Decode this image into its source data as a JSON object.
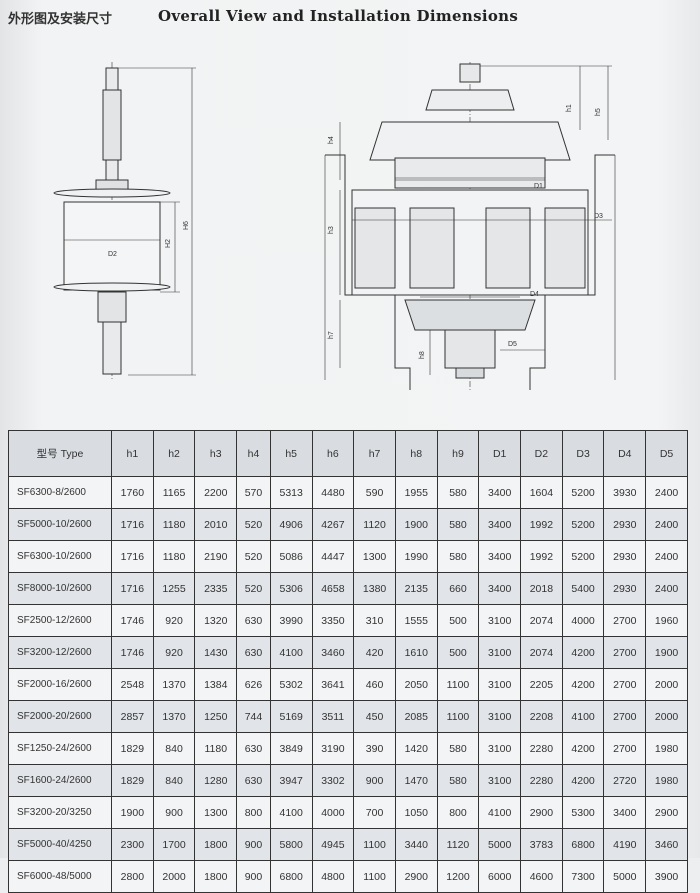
{
  "header": {
    "title_cn": "外形图及安装尺寸",
    "title_en": "Overall View and Installation Dimensions"
  },
  "left_drawing": {
    "labels": {
      "d2": "D2",
      "h2": "H2",
      "h6": "H6"
    }
  },
  "right_drawing": {
    "labels": {
      "h1": "h1",
      "h5": "h5",
      "h3": "h3",
      "h4": "h4",
      "h7": "h7",
      "h8": "h8",
      "d1": "D1",
      "d3": "D3",
      "d4": "D4",
      "d5": "D5"
    }
  },
  "table": {
    "headers": [
      "型号 Type",
      "h1",
      "h2",
      "h3",
      "h4",
      "h5",
      "h6",
      "h7",
      "h8",
      "h9",
      "D1",
      "D2",
      "D3",
      "D4",
      "D5"
    ],
    "rows": [
      [
        "SF6300-8/2600",
        "1760",
        "1165",
        "2200",
        "570",
        "5313",
        "4480",
        "590",
        "1955",
        "580",
        "3400",
        "1604",
        "5200",
        "3930",
        "2400"
      ],
      [
        "SF5000-10/2600",
        "1716",
        "1180",
        "2010",
        "520",
        "4906",
        "4267",
        "1120",
        "1900",
        "580",
        "3400",
        "1992",
        "5200",
        "2930",
        "2400"
      ],
      [
        "SF6300-10/2600",
        "1716",
        "1180",
        "2190",
        "520",
        "5086",
        "4447",
        "1300",
        "1990",
        "580",
        "3400",
        "1992",
        "5200",
        "2930",
        "2400"
      ],
      [
        "SF8000-10/2600",
        "1716",
        "1255",
        "2335",
        "520",
        "5306",
        "4658",
        "1380",
        "2135",
        "660",
        "3400",
        "2018",
        "5400",
        "2930",
        "2400"
      ],
      [
        "SF2500-12/2600",
        "1746",
        "920",
        "1320",
        "630",
        "3990",
        "3350",
        "310",
        "1555",
        "500",
        "3100",
        "2074",
        "4000",
        "2700",
        "1960"
      ],
      [
        "SF3200-12/2600",
        "1746",
        "920",
        "1430",
        "630",
        "4100",
        "3460",
        "420",
        "1610",
        "500",
        "3100",
        "2074",
        "4200",
        "2700",
        "1900"
      ],
      [
        "SF2000-16/2600",
        "2548",
        "1370",
        "1384",
        "626",
        "5302",
        "3641",
        "460",
        "2050",
        "1100",
        "3100",
        "2205",
        "4200",
        "2700",
        "2000"
      ],
      [
        "SF2000-20/2600",
        "2857",
        "1370",
        "1250",
        "744",
        "5169",
        "3511",
        "450",
        "2085",
        "1100",
        "3100",
        "2208",
        "4100",
        "2700",
        "2000"
      ],
      [
        "SF1250-24/2600",
        "1829",
        "840",
        "1180",
        "630",
        "3849",
        "3190",
        "390",
        "1420",
        "580",
        "3100",
        "2280",
        "4200",
        "2700",
        "1980"
      ],
      [
        "SF1600-24/2600",
        "1829",
        "840",
        "1280",
        "630",
        "3947",
        "3302",
        "900",
        "1470",
        "580",
        "3100",
        "2280",
        "4200",
        "2720",
        "1980"
      ],
      [
        "SF3200-20/3250",
        "1900",
        "900",
        "1300",
        "800",
        "4100",
        "4000",
        "700",
        "1050",
        "800",
        "4100",
        "2900",
        "5300",
        "3400",
        "2900"
      ],
      [
        "SF5000-40/4250",
        "2300",
        "1700",
        "1800",
        "900",
        "5800",
        "4945",
        "1100",
        "3440",
        "1120",
        "5000",
        "3783",
        "6800",
        "4190",
        "3460"
      ],
      [
        "SF6000-48/5000",
        "2800",
        "2000",
        "1800",
        "900",
        "6800",
        "4800",
        "1100",
        "2900",
        "1200",
        "6000",
        "4600",
        "7300",
        "5000",
        "3900"
      ]
    ]
  }
}
